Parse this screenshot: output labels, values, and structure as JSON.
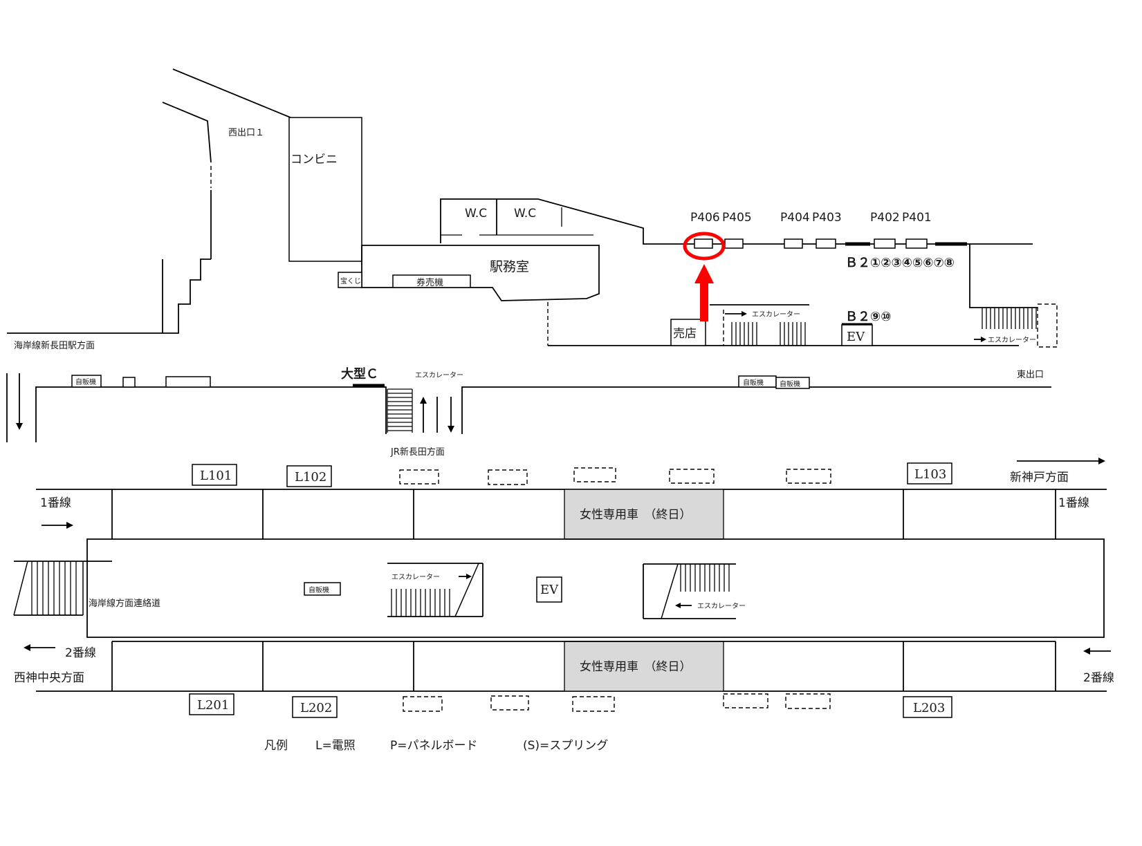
{
  "labels": {
    "west_exit": "西出口１",
    "convenience_store": "コンビニ",
    "wc1": "W.C",
    "wc2": "W.C",
    "station_office": "駅務室",
    "lottery": "宝くじ",
    "ticket_machine": "券売機",
    "kiosk": "売店",
    "coastal_line_direction": "海岸線新長田駅方面",
    "vending": "自販機",
    "large_c": "大型Ｃ",
    "escalator": "エスカレーター",
    "jr_direction": "JR新長田方面",
    "east_exit": "東出口",
    "ev": "EV",
    "shinkobe_direction": "新神戸方面",
    "track1": "1番線",
    "track2": "2番線",
    "women_only_car": "女性専用車　（終日）",
    "coastal_connection": "海岸線方面連絡道",
    "nishishin_direction": "西神中央方面",
    "b2_a": "Ｂ２①②③④⑤⑥⑦⑧",
    "b2_b": "Ｂ２⑨⑩",
    "legend_title": "凡例",
    "legend_l": "L=電照",
    "legend_p": "P=パネルボード",
    "legend_s": "(S)=スプリング"
  },
  "panels": [
    "P406",
    "P405",
    "P404",
    "P403",
    "P402",
    "P401"
  ],
  "lights_top": [
    "L101",
    "L102",
    "L103"
  ],
  "lights_bottom": [
    "L201",
    "L202",
    "L203"
  ],
  "colors": {
    "highlight": "#ff0000",
    "women_car": "#d9d9d9",
    "line": "#000000"
  }
}
